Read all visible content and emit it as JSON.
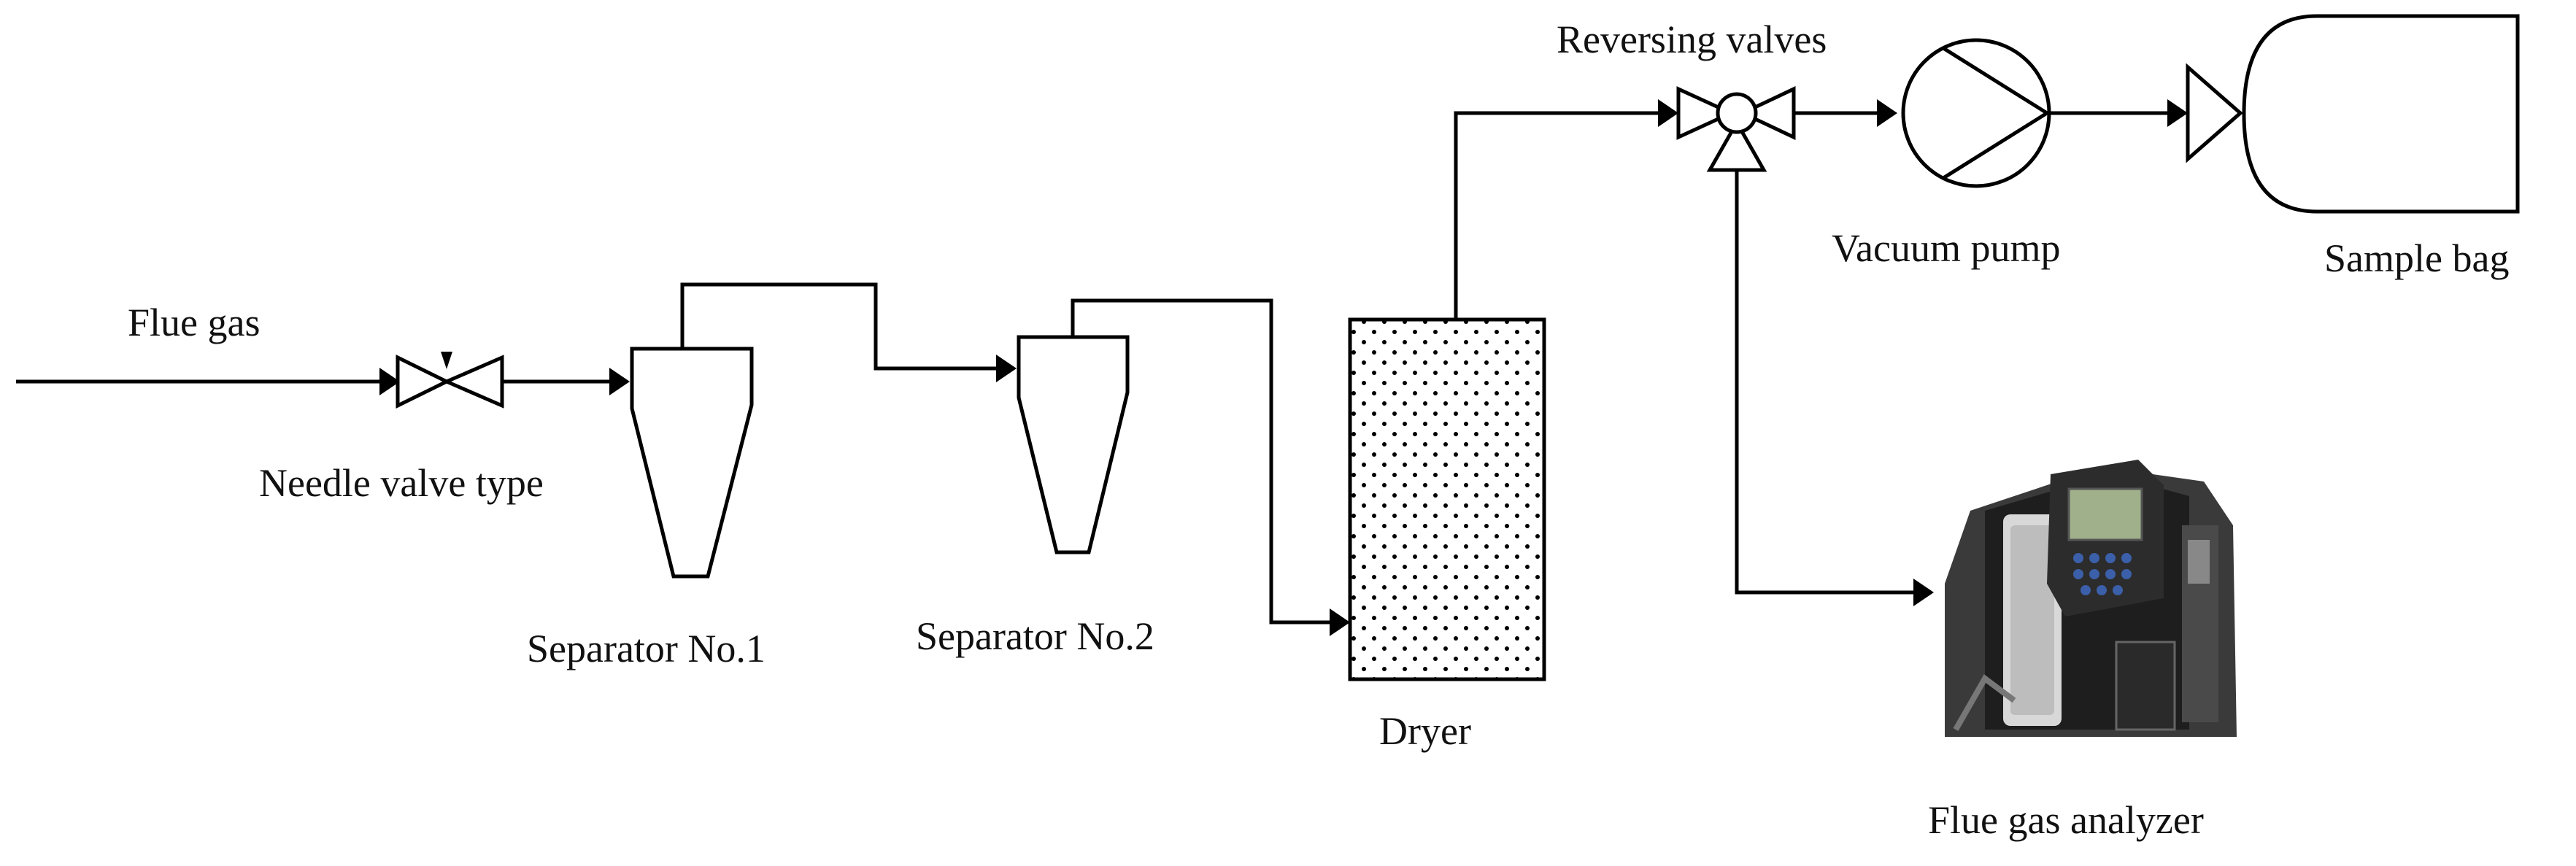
{
  "labels": {
    "flue_gas": "Flue gas",
    "needle_valve": "Needle valve type",
    "separator_1": "Separator No.1",
    "separator_2": "Separator No.2",
    "dryer": "Dryer",
    "reversing_valves": "Reversing valves",
    "vacuum_pump": "Vacuum pump",
    "sample_bag": "Sample bag",
    "flue_gas_analyzer": "Flue gas analyzer"
  },
  "colors": {
    "line": "#000000",
    "background": "#ffffff",
    "analyzer_body": "#2a2a2a",
    "analyzer_screen": "#9fb08a",
    "analyzer_keys": "#3b5fa8"
  },
  "icons": {
    "valve": "needle-valve-icon",
    "separator": "cyclone-separator-icon",
    "dryer": "dotted-dryer-column-icon",
    "reversing_valve": "three-way-valve-icon",
    "pump": "vacuum-pump-icon",
    "bag": "sample-bag-icon",
    "analyzer": "handheld-gas-analyzer-photo"
  }
}
